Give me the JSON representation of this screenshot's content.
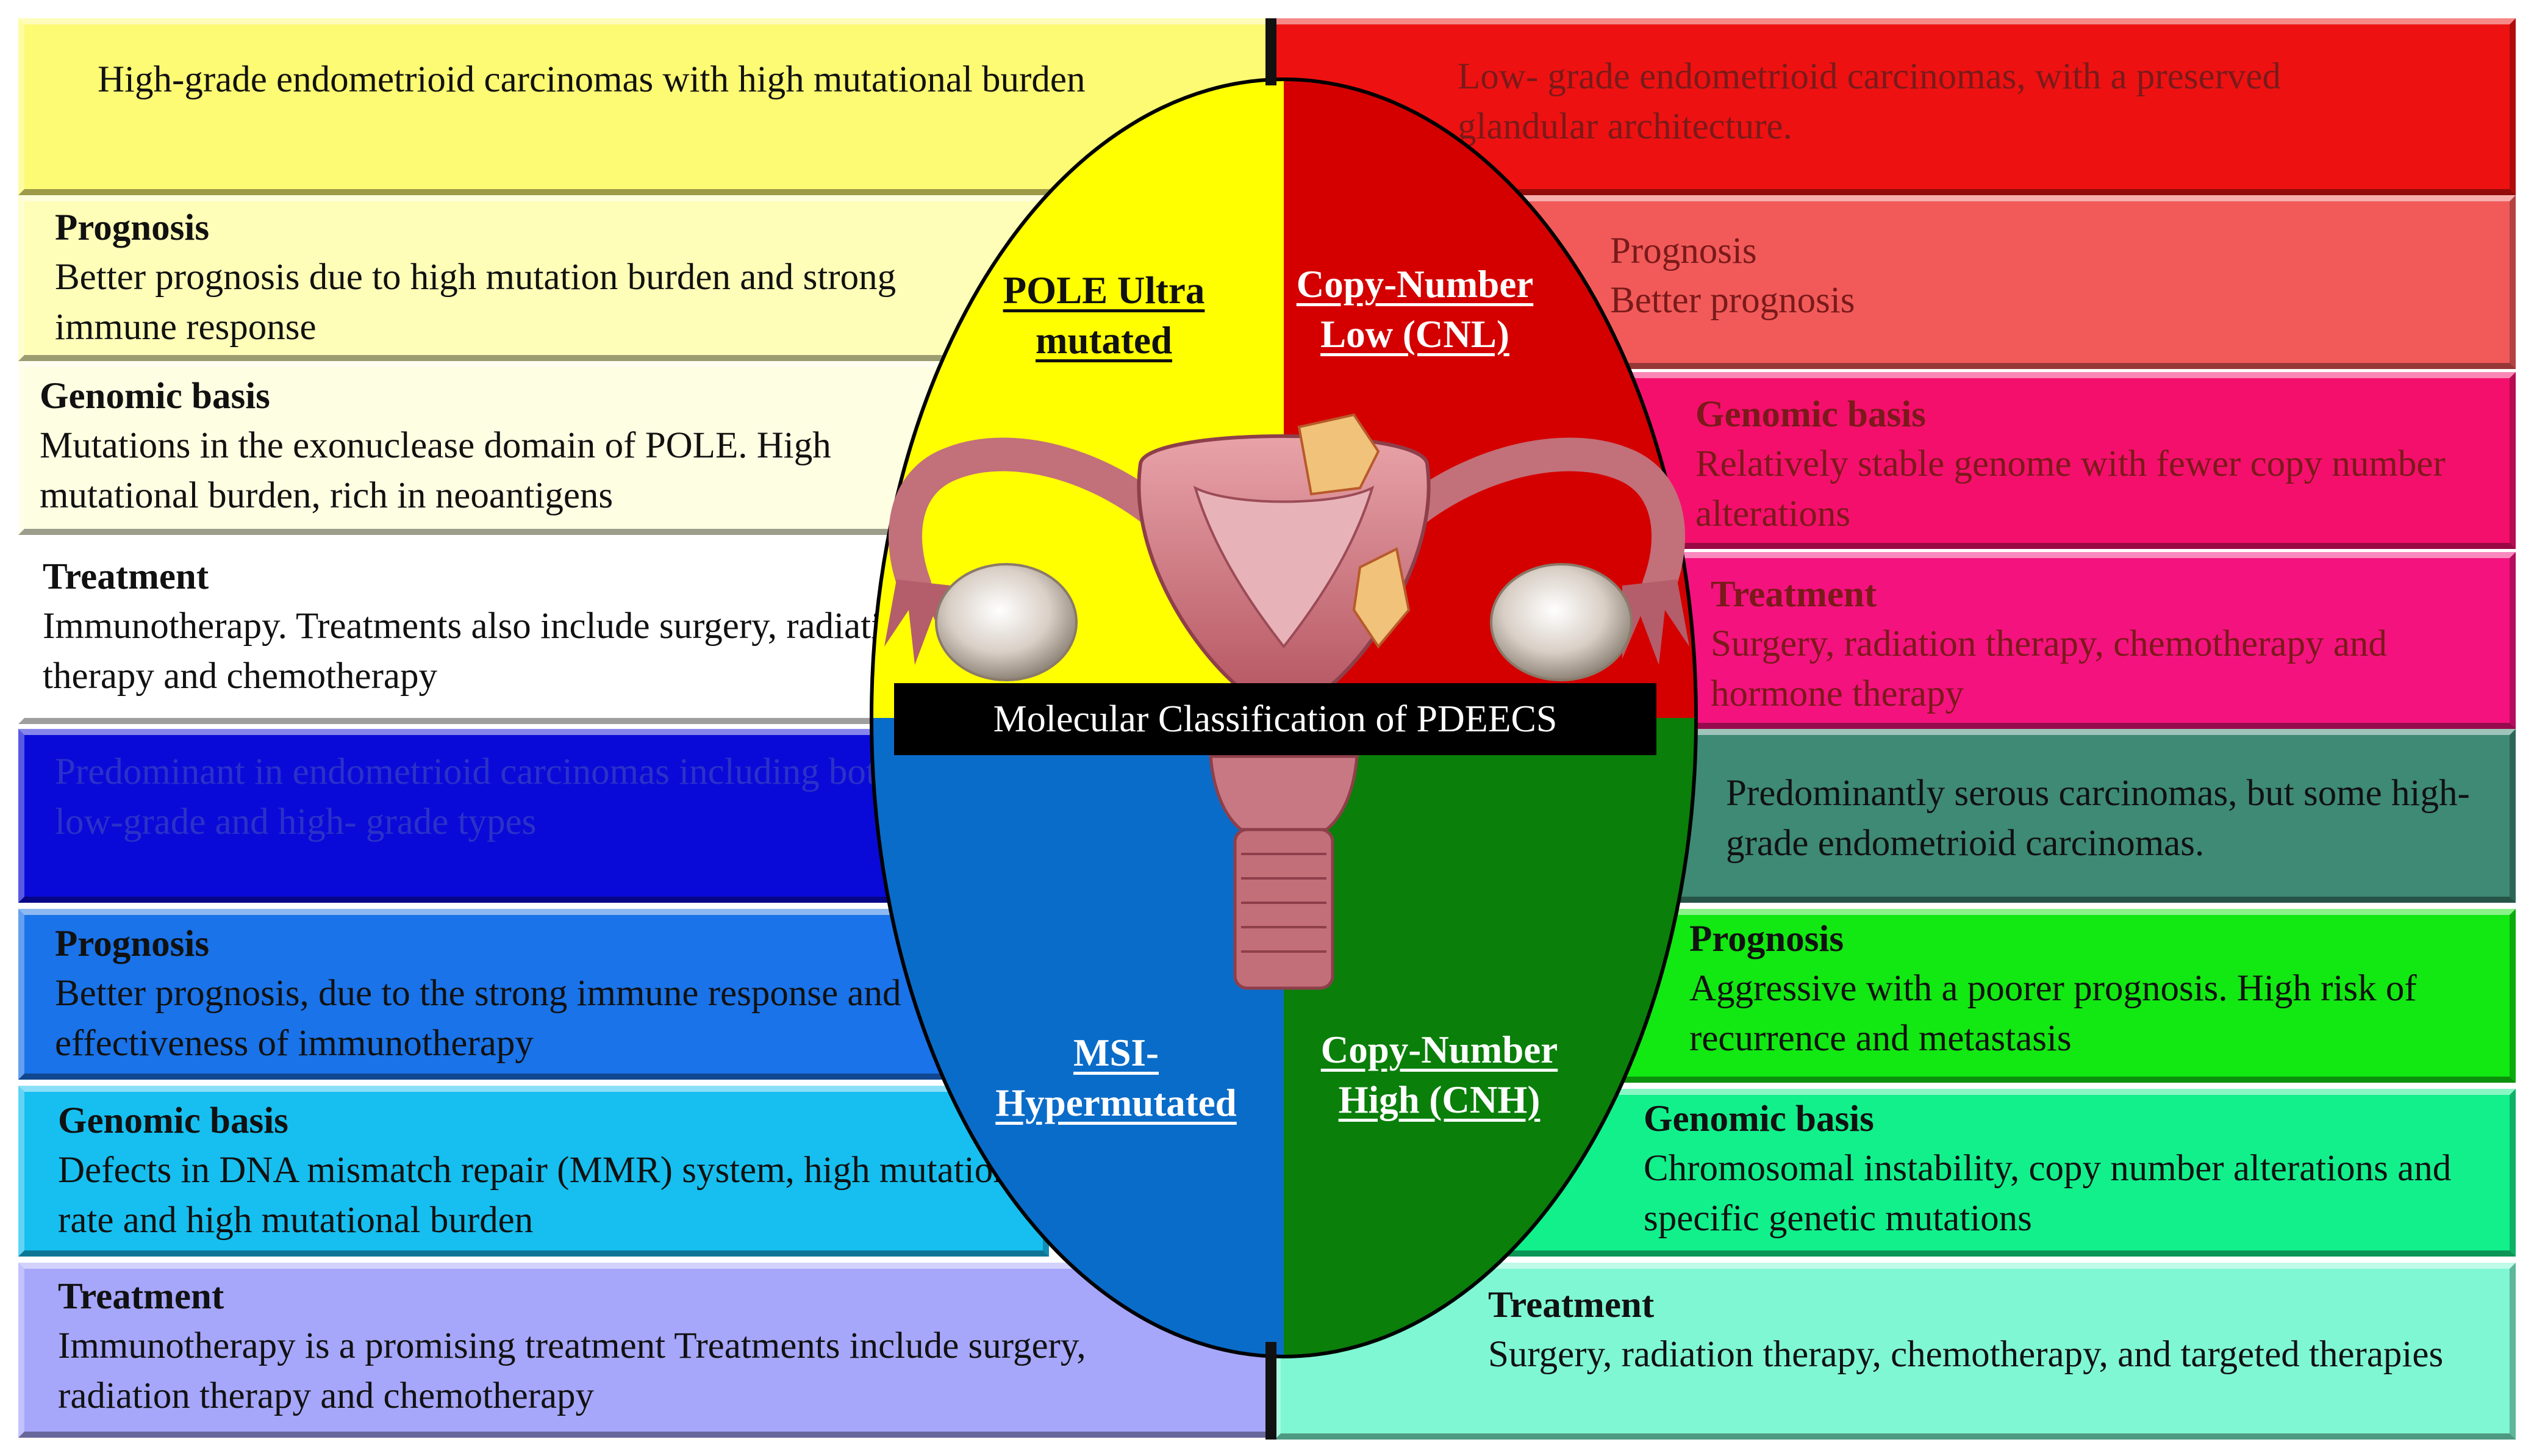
{
  "center_title": "Molecular Classification of PDEECS",
  "quadrants": {
    "pole": {
      "title": "POLE Ultra mutated",
      "color": "#ffff00"
    },
    "cnl": {
      "title": "Copy-Number Low (CNL)",
      "color": "#d40000"
    },
    "msi": {
      "title": "MSI-Hypermutated",
      "color": "#0a6cc9"
    },
    "cnh": {
      "title": "Copy-Number High (CNH)",
      "color": "#0a7f0a"
    }
  },
  "left_boxes": [
    {
      "heading": "",
      "text": "High-grade endometrioid carcinomas with high mutational burden",
      "color": "#fdfa74"
    },
    {
      "heading": "Prognosis",
      "text": "Better prognosis  due to high mutation burden and strong immune response",
      "color": "#fefeb8"
    },
    {
      "heading": "Genomic basis",
      "text": "Mutations in the exonuclease domain of  POLE. High mutational burden, rich in neoantigens",
      "color": "#fefee2"
    },
    {
      "heading": "Treatment",
      "text": "Immunotherapy. Treatments also include surgery, radiation therapy and  chemotherapy",
      "color": "#ffffff"
    },
    {
      "heading": "",
      "text": "Predominant in endometrioid carcinomas including both low-grade and high- grade types",
      "color": "#0a0ad8"
    },
    {
      "heading": "Prognosis",
      "text": "Better prognosis, due to the strong immune response and the effectiveness  of immunotherapy",
      "color": "#1a73e8"
    },
    {
      "heading": "Genomic basis",
      "text": "Defects in DNA mismatch repair (MMR) system,   high mutation rate and high mutational burden",
      "color": "#16bff0"
    },
    {
      "heading": "Treatment",
      "text": "Immunotherapy is a promising treatment Treatments include surgery, radiation therapy and chemotherapy",
      "color": "#a6a6fa"
    }
  ],
  "right_boxes": [
    {
      "heading": "",
      "text": "Low- grade endometrioid carcinomas, with a preserved glandular architecture.",
      "color": "#ee1111"
    },
    {
      "heading": "Prognosis",
      "text": "Better prognosis",
      "color": "#f25a5a"
    },
    {
      "heading": "Genomic  basis",
      "text": "Relatively stable genome with fewer copy number alterations",
      "color": "#f50f6c"
    },
    {
      "heading": "Treatment",
      "text": "Surgery, radiation therapy, chemotherapy and hormone therapy",
      "color": "#f4127f"
    },
    {
      "heading": "",
      "text": "Predominantly serous carcinomas, but some high- grade endometrioid carcinomas.",
      "color": "#3e8a74"
    },
    {
      "heading": "Prognosis",
      "text": "Aggressive  with a poorer prognosis.  High risk of recurrence and metastasis",
      "color": "#12e812"
    },
    {
      "heading": "Genomic basis",
      "text": "Chromosomal instability, copy number alterations and specific genetic mutations",
      "color": "#12f08c"
    },
    {
      "heading": "Treatment",
      "text": "Surgery, radiation therapy, chemotherapy, and targeted therapies",
      "color": "#7ff7d2"
    }
  ]
}
